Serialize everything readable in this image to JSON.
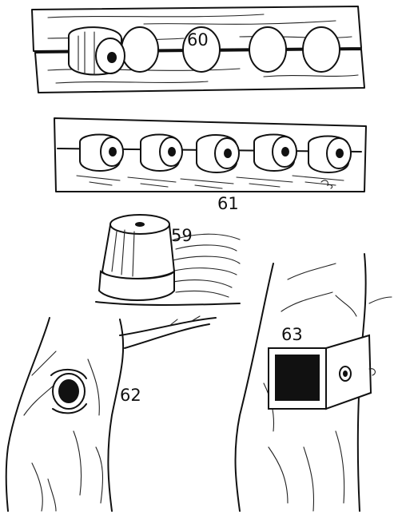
{
  "figures": [
    {
      "id": "fig60",
      "label": "60"
    },
    {
      "id": "fig61",
      "label": "61"
    },
    {
      "id": "fig59",
      "label": "59"
    },
    {
      "id": "fig62",
      "label": "62"
    },
    {
      "id": "fig63",
      "label": "63"
    }
  ],
  "ink_color": "#111111",
  "paper_color": "#ffffff"
}
